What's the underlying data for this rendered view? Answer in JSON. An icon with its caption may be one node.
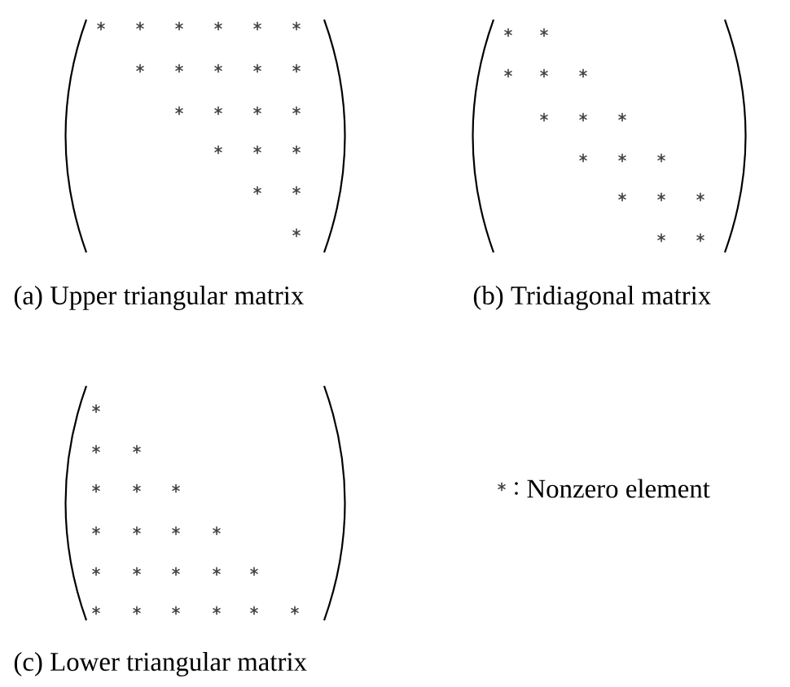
{
  "diagram": {
    "labels": [
      "(a) Upper triangular matrix",
      "(b) Tridiagonal matrix",
      "(c) Lower triangular matrix"
    ],
    "legend": [
      {
        "text": "Nonzero element"
      }
    ]
  }
}
